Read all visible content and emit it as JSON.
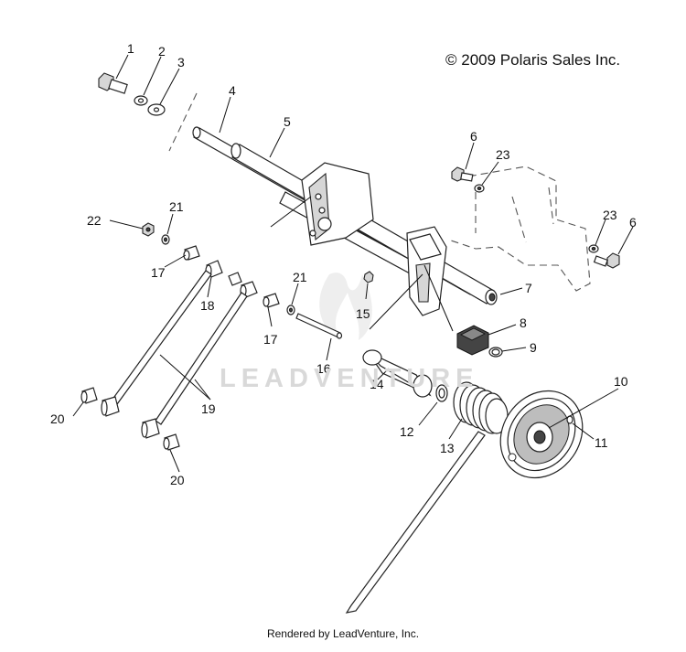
{
  "copyright": "© 2009 Polaris Sales Inc.",
  "footer": "Rendered by LeadVenture, Inc.",
  "watermark": "LEADVENTURE",
  "callouts": [
    "1",
    "2",
    "3",
    "4",
    "5",
    "6",
    "23",
    "22",
    "21",
    "17",
    "18",
    "21",
    "17",
    "15",
    "7",
    "8",
    "9",
    "23",
    "6",
    "16",
    "14",
    "20",
    "19",
    "12",
    "13",
    "10",
    "11",
    "20"
  ]
}
